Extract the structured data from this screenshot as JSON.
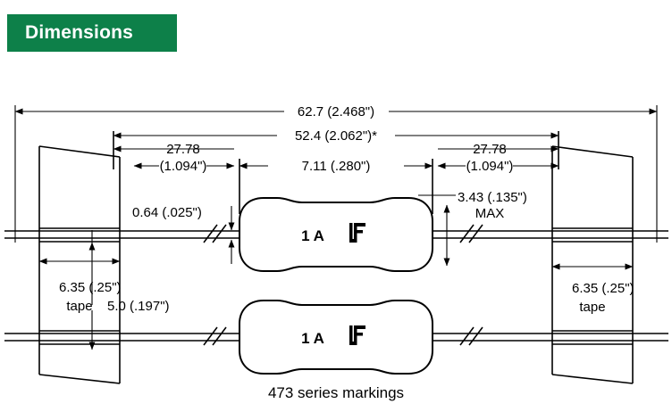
{
  "header": {
    "title": "Dimensions",
    "bg_color": "#0d8049",
    "text_color": "#ffffff"
  },
  "drawing": {
    "caption": "473 series markings",
    "body_marking": {
      "rating": "1 A",
      "logo": "LF"
    },
    "dimensions": {
      "overall_length": "62.7 (2.468\")",
      "lead_span": "52.4 (2.062\")*",
      "body_length": "7.11 (.280\")",
      "left_lead_value": "27.78",
      "left_lead_inch": "(1.094\")",
      "right_lead_value": "27.78",
      "right_lead_inch": "(1.094\")",
      "lead_diameter": "0.64 (.025\")",
      "tape_pitch": "5.0 (.197\")",
      "body_diameter": "3.43 (.135\")",
      "body_diameter_note": "MAX",
      "tape_left_width": "6.35 (.25\")",
      "tape_left_label": "tape",
      "tape_right_width": "6.35 (.25\")",
      "tape_right_label": "tape"
    }
  },
  "colors": {
    "line": "#000000",
    "page_background": "#ffffff"
  }
}
